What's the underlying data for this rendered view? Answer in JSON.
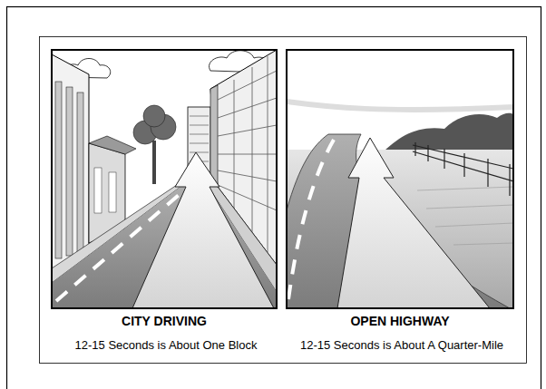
{
  "diagram": {
    "labels": [
      "CITY DRIVING",
      "12-15 Seconds is About One Block",
      "OPEN HIGHWAY",
      "12-15 Seconds is About A Quarter-Mile"
    ]
  }
}
